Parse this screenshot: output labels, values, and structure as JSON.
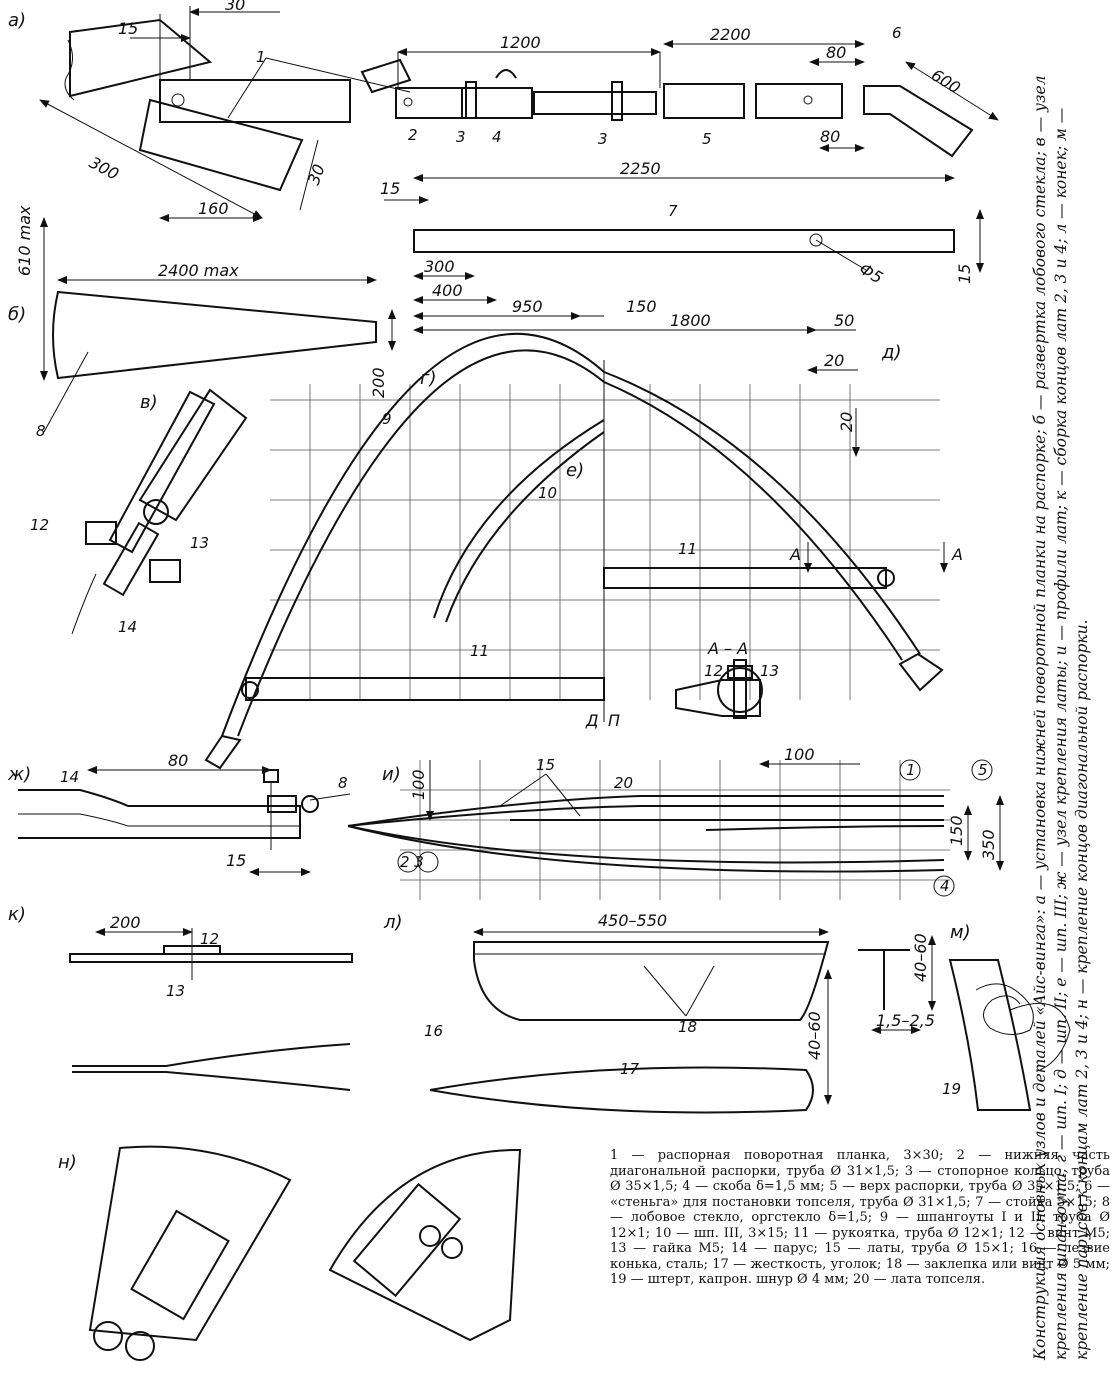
{
  "sections": {
    "a": "а)",
    "b": "б)",
    "v": "в)",
    "g": "г)",
    "d": "д)",
    "e": "е)",
    "zh": "ж)",
    "i": "и)",
    "k": "к)",
    "l": "л)",
    "m": "м)",
    "n": "н)",
    "section_aa": "А – А",
    "arrow_a": "А",
    "side_d": "Д",
    "side_p": "П"
  },
  "dims": {
    "a_15": "15",
    "a_30_top": "30",
    "a_300": "300",
    "a_160": "160",
    "a_30_side": "30",
    "a_1200": "1200",
    "a_2200": "2200",
    "a_80_top": "80",
    "a_600": "600",
    "a_80_bot": "80",
    "d_2250": "2250",
    "d_15_left": "15",
    "d_300": "300",
    "d_400": "400",
    "d_950": "950",
    "d_150": "150",
    "d_1800": "1800",
    "d_50": "50",
    "d_15_right": "15",
    "d_phi5": "Ф5",
    "b_610": "610 max",
    "b_2400": "2400 max",
    "b_200": "200",
    "g_20_h": "20",
    "g_20_v": "20",
    "zh_80": "80",
    "zh_15": "15",
    "i_100_v": "100",
    "i_100_h": "100",
    "i_150": "150",
    "i_350": "350",
    "k_200": "200",
    "l_450": "450–550",
    "l_40_60_a": "40–60",
    "l_40_60_b": "40–60",
    "l_15": "1,5–2,5"
  },
  "parts": {
    "p1": "1",
    "p2": "2",
    "p3a": "3",
    "p3b": "3",
    "p4": "4",
    "p5": "5",
    "p6": "6",
    "p7": "7",
    "p8": "8",
    "p8b": "8",
    "p9": "9",
    "p10": "10",
    "p11a": "11",
    "p11b": "11",
    "p12": "12",
    "p12b": "12",
    "p12c": "12",
    "p13": "13",
    "p13b": "13",
    "p13c": "13",
    "p14": "14",
    "p14b": "14",
    "p15": "15",
    "p16": "16",
    "p17": "17",
    "p18": "18",
    "p19": "19",
    "p20": "20",
    "c1": "1",
    "c5": "5",
    "c23": "2 3",
    "c4": "4"
  },
  "caption": "Конструкция основных узлов и деталей «Айс-винга»: а — установка нижней поворотной планки на распорке; б — развертка лобового стекла; в — узел крепления шпангоута; г — шп. I; д — шп. II; е — шп. III; ж — узел крепления латы; и — профили лат; к — сборка концов лат 2, 3 и 4; л — конек; м — крепление парусов к концам лат 2, 3 и 4; н — крепление концов диагональной распорки.",
  "legend": "1 — распорная поворотная планка, 3×30; 2 — нижняя часть диагональной распорки, труба Ø 31×1,5; 3 — стопорное кольцо, труба Ø 35×1,5; 4 — скоба δ=1,5 мм; 5 — верх распорки, труба Ø 35×1,5; 6 — «стеньга» для постановки топселя, труба Ø 31×1,5; 7 — стойка 5×15; 8 — лобовое стекло, оргстекло δ=1,5; 9 — шпангоуты I и II, труба Ø 12×1; 10 — шп. III, 3×15; 11 — рукоятка, труба Ø 12×1; 12 — винт М5; 13 — гайка М5; 14 — парус; 15 — латы, труба Ø 15×1; 16 — лезвие конька, сталь; 17 — жесткость, уголок; 18 — заклепка или винт Ø 5 мм; 19 — штерт, капрон. шнур Ø 4 мм; 20 — лата топселя."
}
